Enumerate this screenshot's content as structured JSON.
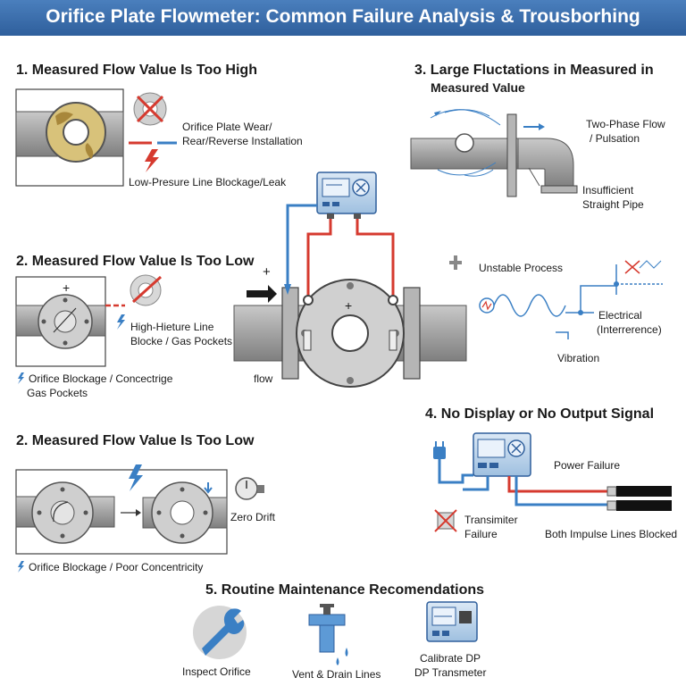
{
  "title": "Orifice Plate Flowmeter: Common Failure Analysis & Trousborhing",
  "section1": {
    "heading": "1. Measured Flow Value Is Too High",
    "label_wear": "Orifice Plate Wear/",
    "label_reverse": "Rear/Reverse Installation",
    "label_leak": "Low-Presure Line Blockage/Leak"
  },
  "section2a": {
    "heading": "2. Measured Flow Value Is Too Low",
    "plus": "+",
    "label_high1": "High-Hieture Line",
    "label_high2": "Blocke / Gas Pockets",
    "label_block1": "Orifice Blockage / Concectrige",
    "label_block2": "Gas Pockets"
  },
  "section2b": {
    "heading": "2. Measured Flow Value Is Too Low",
    "label_zero": "Zero Drift",
    "label_block": "Orifice Blockage / Poor Concentricity"
  },
  "center": {
    "plus_left": "+",
    "plus_plate": "+",
    "flow_label": "flow"
  },
  "section3": {
    "heading1": "3. Large Fluctations in Measured in",
    "heading2": "Measured Value",
    "label_twophase1": "Two-Phase Flow",
    "label_twophase2": "/ Pulsation",
    "label_straight1": "Insufficient",
    "label_straight2": "Straight Pipe",
    "label_unstable": "Unstable Process",
    "label_electrical1": "Electrical",
    "label_electrical2": "(Interrerence)",
    "label_vibration": "Vibration"
  },
  "section4": {
    "heading": "4. No Display or No Output Signal",
    "label_power": "Power Failure",
    "label_transmitter1": "Transimiter",
    "label_transmitter2": "Failure",
    "label_impulse": "Both Impulse Lines Blocked"
  },
  "section5": {
    "heading": "5. Routine Maintenance Recomendations",
    "item1": "Inspect Orifice",
    "item2": "Vent & Drain Lines",
    "item3a": "Calibrate DP",
    "item3b": "DP Transmeter"
  },
  "colors": {
    "title_bar": "#3b6fae",
    "pipe": "#9a9a9a",
    "red_line": "#d63a2f",
    "blue_line": "#3a7fc4"
  }
}
